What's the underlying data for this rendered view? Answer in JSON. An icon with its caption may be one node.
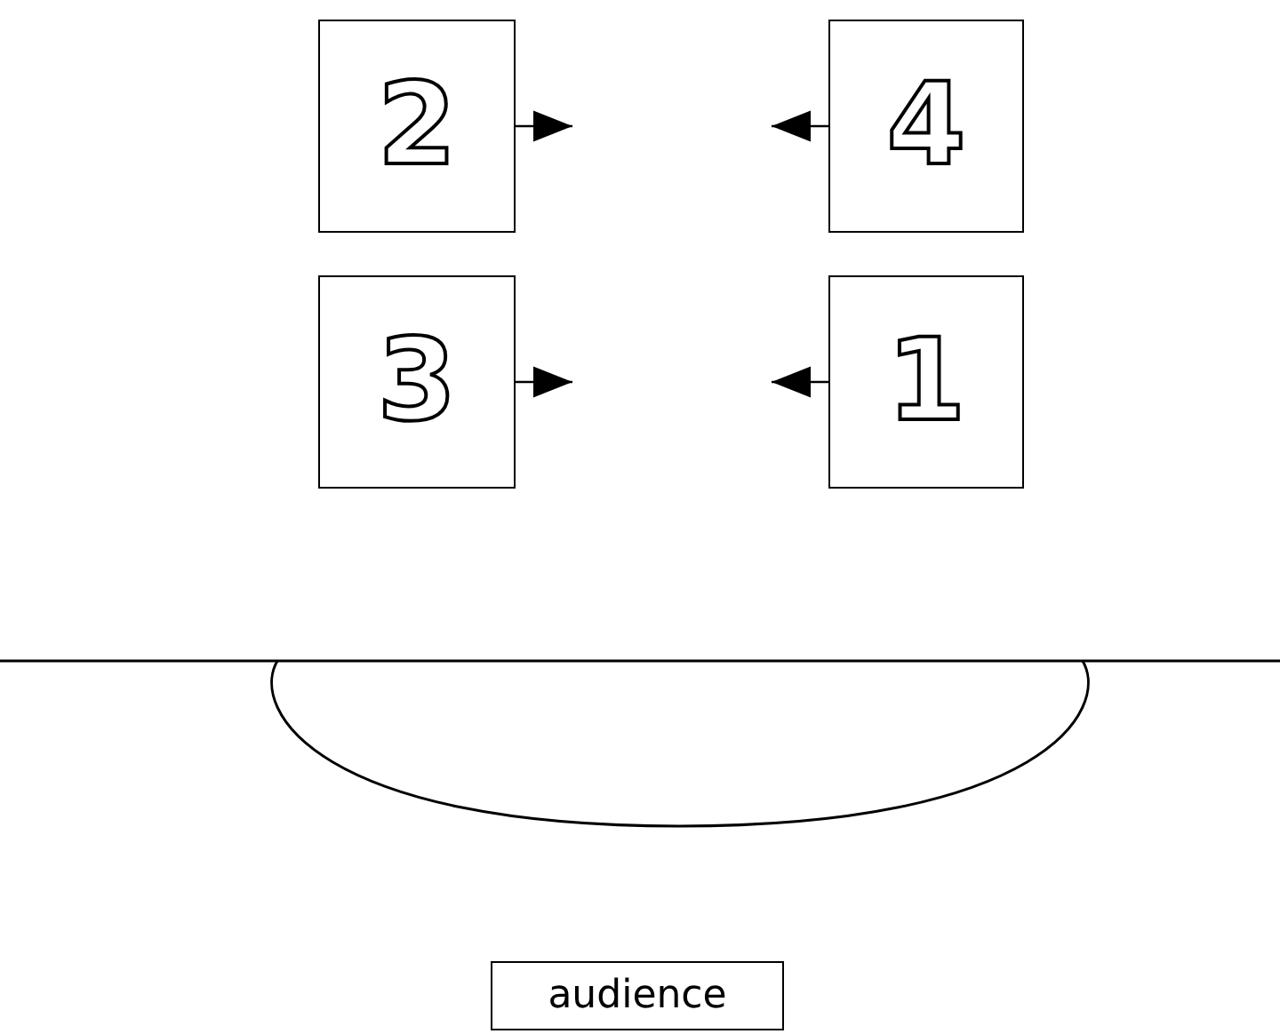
{
  "diagram": {
    "nodes": [
      {
        "text": [
          "2"
        ]
      },
      {
        "text": [
          "4"
        ]
      },
      {
        "text": [
          "3"
        ]
      },
      {
        "text": [
          "1"
        ]
      },
      {
        "text": [
          "audience"
        ]
      }
    ],
    "edges": [
      {
        "from": 0,
        "to": null,
        "arrow": "to"
      },
      {
        "from": 1,
        "to": null,
        "arrow": "to"
      },
      {
        "from": 2,
        "to": null,
        "arrow": "to"
      },
      {
        "from": 3,
        "to": null,
        "arrow": "to"
      }
    ]
  }
}
